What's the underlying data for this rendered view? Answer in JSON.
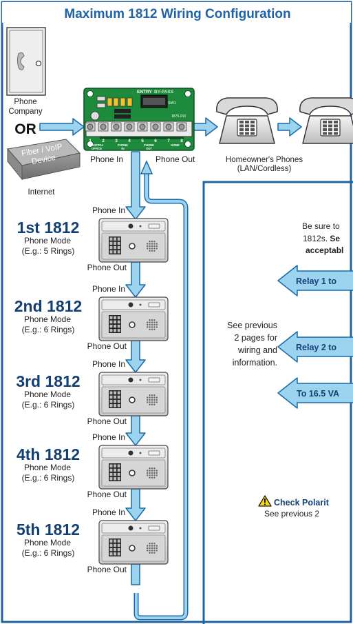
{
  "title": "Maximum 1812 Wiring Configuration",
  "left_devices": {
    "phone_company": [
      "Phone",
      "Company"
    ],
    "or_label": "OR",
    "fiber_device": [
      "Fiber / VoIP",
      "Device"
    ],
    "internet_label": "Internet"
  },
  "board": {
    "entry_label": "ENTRY",
    "bypass_label": "BY-PASS",
    "switch_label": "SW1",
    "part_label": "1875-010",
    "terminal_numbers": [
      "1",
      "2",
      "3",
      "4",
      "5",
      "6",
      "7",
      "8"
    ],
    "terminal_groups": [
      [
        "CENTRAL",
        "OFFICE"
      ],
      [
        "PHONE",
        "IN"
      ],
      [
        "PHONE",
        "OUT"
      ],
      [
        "HOME"
      ]
    ],
    "phone_in_label": "Phone In",
    "phone_out_label": "Phone Out"
  },
  "homeowner_phones": [
    "Homeowner's Phones",
    "(LAN/Cordless)"
  ],
  "units": [
    {
      "name": "1st 1812",
      "mode": "Phone Mode",
      "rings": "(E.g.: 5 Rings)",
      "phone_in": "Phone In",
      "phone_out": "Phone Out"
    },
    {
      "name": "2nd 1812",
      "mode": "Phone Mode",
      "rings": "(E.g.: 6 Rings)",
      "phone_in": "Phone In",
      "phone_out": "Phone Out"
    },
    {
      "name": "3rd 1812",
      "mode": "Phone Mode",
      "rings": "(E.g.: 6 Rings)",
      "phone_in": "Phone In",
      "phone_out": "Phone Out"
    },
    {
      "name": "4th 1812",
      "mode": "Phone Mode",
      "rings": "(E.g.: 6 Rings)",
      "phone_in": "Phone In",
      "phone_out": "Phone Out"
    },
    {
      "name": "5th 1812",
      "mode": "Phone Mode",
      "rings": "(E.g.: 6 Rings)",
      "phone_in": "Phone In",
      "phone_out": "Phone Out"
    }
  ],
  "right_panel": {
    "note_lines": [
      "Be sure to",
      "1812s. "
    ],
    "note_bold_1": "Se",
    "note_bold_2": "acceptabl",
    "relay_1": "Relay 1 to",
    "relay_2": "Relay 2 to",
    "power": "To 16.5 VA",
    "see_previous": [
      "See previous",
      "2 pages for",
      "wiring and",
      "information."
    ],
    "check_polarity": "Check Polarit",
    "see_previous_2": "See previous 2"
  },
  "colors": {
    "title_blue": "#1f63a6",
    "arrow_fill": "#9cd3ee",
    "arrow_stroke": "#1a6aa8",
    "board_green": "#1d8a3c",
    "warning_yellow": "#f5d80f"
  }
}
